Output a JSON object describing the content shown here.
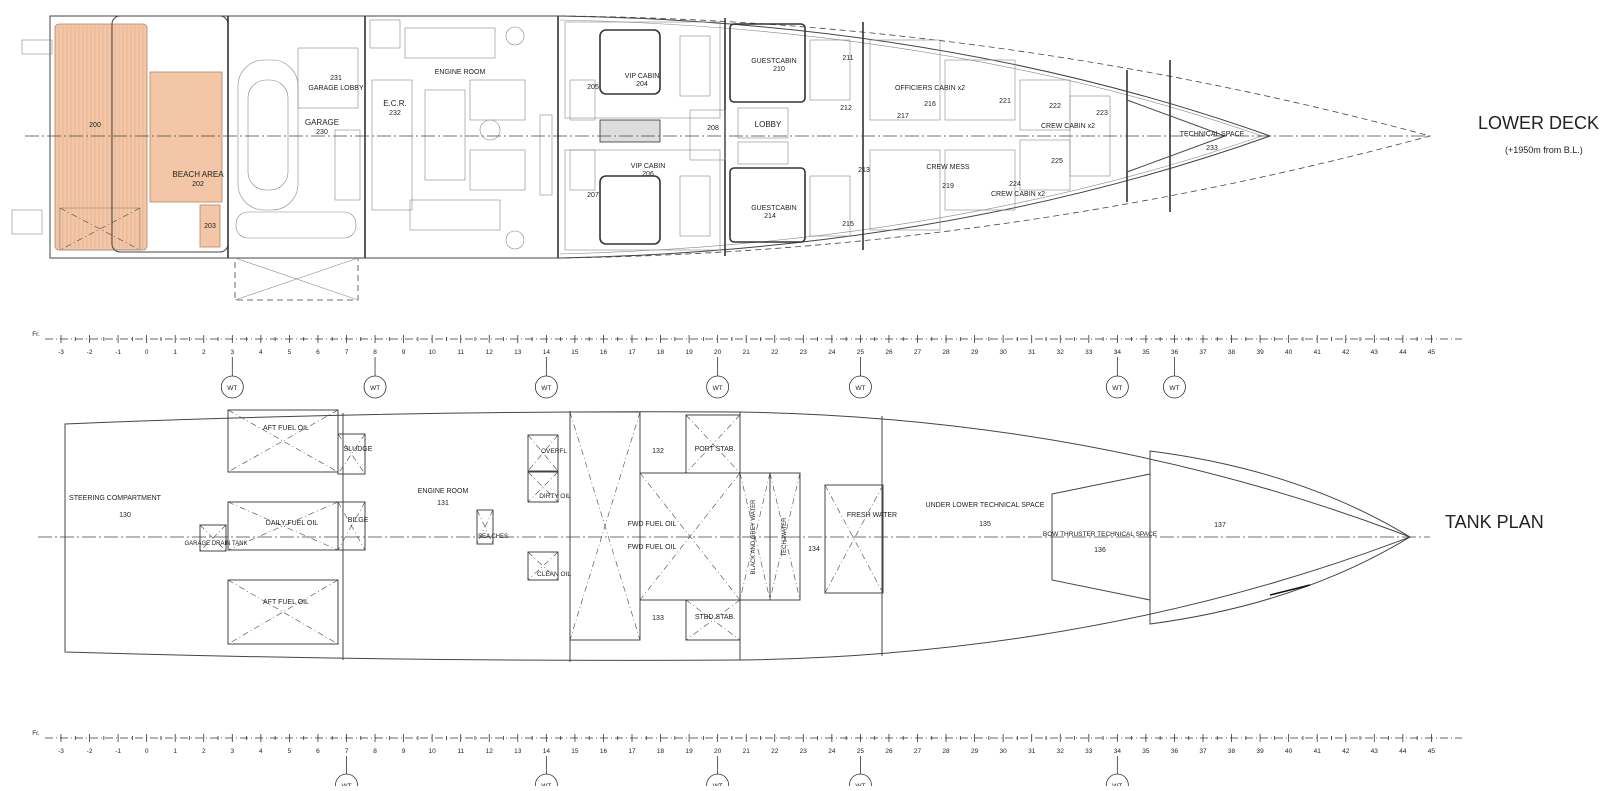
{
  "lower_deck": {
    "title": "LOWER DECK",
    "subtitle": "(+1950m from B.L.)",
    "rooms": {
      "beach_area_200": "200",
      "beach_area": "BEACH AREA",
      "beach_area_num": "202",
      "room_203": "203",
      "garage_lobby": "GARAGE LOBBY",
      "garage_lobby_num": "231",
      "garage": "GARAGE",
      "garage_num": "230",
      "ecr": "E.C.R.",
      "ecr_num": "232",
      "engine_room": "ENGINE ROOM",
      "room_205": "205",
      "room_207": "207",
      "vip_cabin_1": "VIP CABIN",
      "vip_cabin_1_num": "204",
      "vip_cabin_2": "VIP CABIN",
      "vip_cabin_2_num": "206",
      "room_208": "208",
      "guest_cabin_1": "GUESTCABIN",
      "guest_cabin_1_num": "210",
      "guest_cabin_2": "GUESTCABIN",
      "guest_cabin_2_num": "214",
      "lobby": "LOBBY",
      "room_211": "211",
      "room_212": "212",
      "room_213": "213",
      "room_215": "215",
      "room_217": "217",
      "officers_cabin": "OFFICIERS CABIN x2",
      "officers_cabin_num": "216",
      "crew_mess": "CREW MESS",
      "crew_mess_num": "219",
      "room_221": "221",
      "room_222": "222",
      "room_223": "223",
      "room_224": "224",
      "room_225": "225",
      "crew_cabin_1": "CREW CABIN x2",
      "crew_cabin_2": "CREW CABIN x2",
      "technical_space": "TECHNICAL SPACE",
      "technical_space_num": "233"
    }
  },
  "tank_plan": {
    "title": "TANK PLAN",
    "tanks": {
      "steering": "STEERING COMPARTMENT",
      "steering_num": "130",
      "aft_fuel_1": "AFT FUEL OIL",
      "aft_fuel_2": "AFT FUEL OIL",
      "daily_fuel": "DAILY FUEL OIL",
      "sludge": "SLUDGE",
      "bilge": "BILGE",
      "garage_drain": "GARAGE DRAIN TANK",
      "engine_room": "ENGINE ROOM",
      "engine_room_num": "131",
      "sea_chest": "SEA CHES",
      "overfl": "OVERFL",
      "dirty_oil": "DIRTY OIL",
      "clean_oil": "CLEAN OIL",
      "fwd_fuel_1": "FWD FUEL OIL",
      "fwd_fuel_2": "FWD FUEL OIL",
      "num_132": "132",
      "num_133": "133",
      "port_stab": "PORT STAB.",
      "stbd_stab": "STBD STAB.",
      "black_grey": "BLACK AND GREY WATER",
      "tech_water": "TECH WATER",
      "num_134": "134",
      "fresh_water": "FRESH WATER",
      "under_lower": "UNDER LOWER TECHNICAL SPACE",
      "under_lower_num": "135",
      "bow_thruster": "BOW THRUSTER TECHNICAL SPACE",
      "bow_thruster_num": "136",
      "num_137": "137"
    }
  },
  "frame_scale": {
    "prefix": "Fr.",
    "frames": [
      "-3",
      "-2",
      "-1",
      "0",
      "1",
      "2",
      "3",
      "4",
      "5",
      "6",
      "7",
      "8",
      "9",
      "10",
      "11",
      "12",
      "13",
      "14",
      "15",
      "16",
      "17",
      "18",
      "19",
      "20",
      "21",
      "22",
      "23",
      "24",
      "25",
      "26",
      "27",
      "28",
      "29",
      "30",
      "31",
      "32",
      "33",
      "34",
      "35",
      "36",
      "37",
      "38",
      "39",
      "40",
      "41",
      "42",
      "43",
      "44",
      "45"
    ],
    "wt_label": "WT",
    "wt_frames_upper": [
      "3",
      "8",
      "14",
      "20",
      "25",
      "34",
      "36"
    ],
    "wt_frames_lower": [
      "7",
      "14",
      "20",
      "25",
      "34"
    ]
  },
  "colors": {
    "deck_wood": "#f2c6a6",
    "deck_wood_line": "#d9a27a",
    "line": "#444444"
  }
}
